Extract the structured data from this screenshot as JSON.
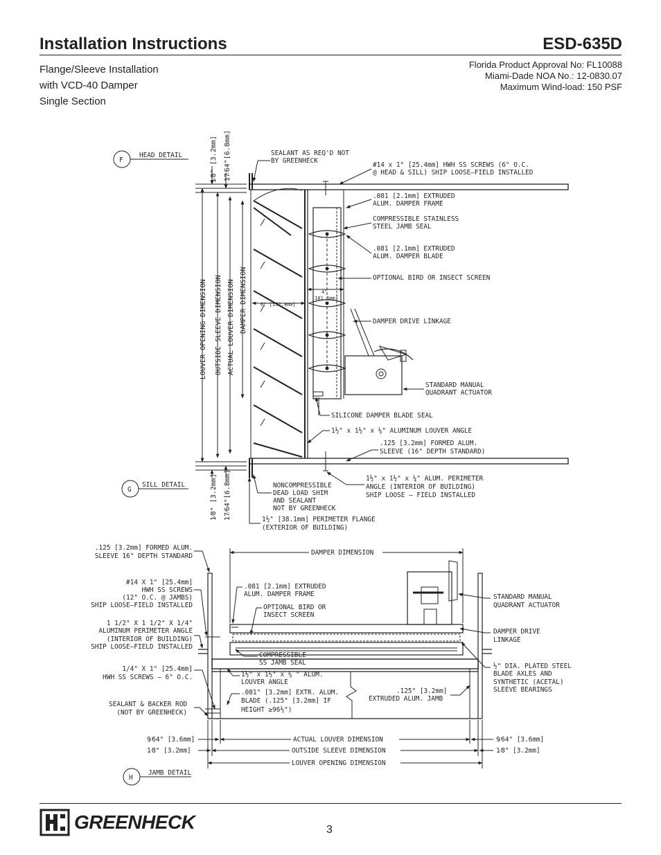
{
  "header": {
    "title": "Installation Instructions",
    "model": "ESD-635D",
    "subtitle": [
      "Flange/Sleeve Installation",
      "with VCD-40 Damper",
      "Single Section"
    ],
    "approval": [
      "Florida Product Approval No: FL10088",
      "Miami-Dade NOA No.: 12-0830.07",
      "Maximum Wind-load: 150 PSF"
    ]
  },
  "detail_markers": {
    "head": {
      "letter": "F",
      "label": "HEAD DETAIL"
    },
    "sill": {
      "letter": "G",
      "label": "SILL DETAIL"
    },
    "jamb": {
      "letter": "H",
      "label": "JAMB DETAIL"
    }
  },
  "section_view": {
    "dims_top": [
      "1⁄8\" [3.2mm]",
      "17⁄64\"[6.8mm]"
    ],
    "dims_bottom": [
      "1⁄8\" [3.2mm]",
      "17⁄64\"[6.8mm]"
    ],
    "vertical_dims": [
      "LOUVER OPENING DIMENSION",
      "OUTSIDE SLEEVE DIMENSION",
      "ACTUAL LOUVER DIMENSION",
      "DAMPER DIMENSION"
    ],
    "dim_6in": "6\" [152.4mm]",
    "dim_4in": [
      "4\"",
      "[101.6mm]"
    ],
    "callouts": {
      "sealant": [
        "SEALANT AS REQ'D NOT",
        "BY GREENHECK"
      ],
      "screws": [
        "#14 x 1\" [25.4mm] HWH SS SCREWS (6\" O.C.",
        "@ HEAD & SILL) SHIP LOOSE–FIELD INSTALLED"
      ],
      "frame": [
        ".081 [2.1mm] EXTRUDED",
        "ALUM. DAMPER FRAME"
      ],
      "seal": [
        "COMPRESSIBLE STAINLESS",
        "STEEL JAMB SEAL"
      ],
      "blade": [
        ".081 [2.1mm] EXTRUDED",
        "ALUM. DAMPER BLADE"
      ],
      "screen": [
        "OPTIONAL BIRD OR INSECT SCREEN"
      ],
      "linkage": [
        "DAMPER DRIVE LINKAGE"
      ],
      "actuator": [
        "STANDARD MANUAL",
        "QUADRANT ACTUATOR"
      ],
      "silicone": [
        "SILICONE DAMPER BLADE SEAL"
      ],
      "louver_angle": [
        "1½\" x 1½\" x ⅛\" ALUMINUM LOUVER ANGLE"
      ],
      "sleeve": [
        ".125 [3.2mm] FORMED ALUM.",
        "SLEEVE (16\" DEPTH STANDARD)"
      ],
      "perimeter_angle": [
        "1½\" x 1½\" x ¼\" ALUM. PERIMETER",
        "ANGLE (INTERIOR OF BUILDING)",
        "SHIP LOOSE – FIELD INSTALLED"
      ],
      "shim": [
        "NONCOMPRESSIBLE",
        "DEAD LOAD SHIM",
        "AND SEALANT",
        "NOT BY GREENHECK"
      ],
      "flange": [
        "1½\" [38.1mm] PERIMETER FLANGE",
        "(EXTERIOR OF BUILDING)"
      ]
    }
  },
  "plan_view": {
    "damper_dim": "DAMPER DIMENSION",
    "actual_louver_dim": "ACTUAL LOUVER DIMENSION",
    "outside_sleeve_dim": "OUTSIDE SLEEVE DIMENSION",
    "louver_opening_dim": "LOUVER OPENING DIMENSION",
    "side_dim_a": "9⁄64\" [3.6mm]",
    "side_dim_b": "1⁄8\" [3.2mm]",
    "left_callouts": {
      "sleeve": [
        ".125 [3.2mm] FORMED ALUM.",
        "SLEEVE 16\" DEPTH STANDARD"
      ],
      "screws": [
        "#14 X 1\" [25.4mm]",
        "HWH SS SCREWS",
        "(12\" O.C. @ JAMBS)",
        "SHIP LOOSE–FIELD INSTALLED"
      ],
      "angle": [
        "1 1/2\" X 1 1/2\" X 1/4\"",
        "ALUMINUM PERIMETER ANGLE",
        "(INTERIOR OF BUILDING)",
        "SHIP LOOSE–FIELD INSTALLED"
      ],
      "hwh": [
        "1/4\" X 1\" [25.4mm]",
        "HWH SS SCREWS – 6\" O.C."
      ],
      "sealant": [
        "SEALANT & BACKER ROD",
        "(NOT BY GREENHECK)"
      ]
    },
    "inner_callouts": {
      "frame": [
        ".081 [2.1mm] EXTRUDED",
        "ALUM. DAMPER FRAME"
      ],
      "screen": [
        "OPTIONAL BIRD OR",
        "INSECT SCREEN"
      ],
      "seal": [
        "COMPRESSIBLE",
        "SS JAMB SEAL"
      ],
      "angle": [
        "1½\" x 1½\" x ⅛ \" ALUM.",
        "LOUVER ANGLE"
      ],
      "blade": [
        ".081\" [3.2mm] EXTR. ALUM.",
        "BLADE (.125\" [3.2mm] IF",
        "HEIGHT ≥96½\")"
      ],
      "jamb": [
        ".125\" [3.2mm]",
        "EXTRUDED ALUM. JAMB"
      ]
    },
    "right_callouts": {
      "actuator": [
        "STANDARD MANUAL",
        "QUADRANT ACTUATOR"
      ],
      "linkage": [
        "DAMPER DRIVE",
        "LINKAGE"
      ],
      "axles": [
        "½\" DIA. PLATED STEEL",
        "BLADE AXLES AND",
        "SYNTHETIC (ACETAL)",
        "SLEEVE BEARINGS"
      ]
    }
  },
  "footer": {
    "brand": "GREENHECK",
    "page": "3"
  }
}
